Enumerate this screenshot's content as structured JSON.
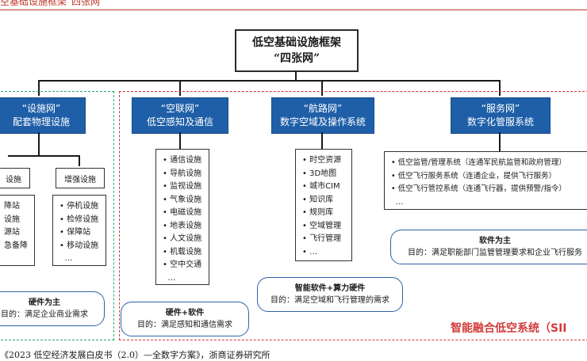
{
  "caption_top": "空基础设施框架“四张网”",
  "root": {
    "line1": "低空基础设施框架",
    "line2": "“四张网”"
  },
  "nets": [
    {
      "title": "“设施网”",
      "subtitle": "配套物理设施",
      "sub_left_label": "设施",
      "sub_left_items": [
        "降站",
        "设施",
        "源站",
        "急备降"
      ],
      "sub_right_label": "增强设施",
      "sub_right_items": [
        "停机设施",
        "检修设施",
        "保障站",
        "移动设施",
        "…"
      ],
      "pill_title": "硬件为主",
      "pill_desc": "目的：满足企业商业需求"
    },
    {
      "title": "“空联网”",
      "subtitle": "低空感知及通信",
      "items": [
        "通信设施",
        "导航设施",
        "监视设施",
        "气象设施",
        "电磁设施",
        "地表设施",
        "人文设施",
        "机载设施",
        "空中交通",
        "…"
      ],
      "pill_title": "硬件+软件",
      "pill_desc": "目的：满足感知和通信需求"
    },
    {
      "title": "“航路网”",
      "subtitle": "数字空域及操作系统",
      "items": [
        "时空资源",
        "3D地图",
        "城市CIM",
        "知识库",
        "规则库",
        "空域管理",
        "飞行管理",
        "…"
      ],
      "pill_title": "智能软件+算力硬件",
      "pill_desc": "目的：满足空域和飞行管理的需求"
    },
    {
      "title": "“服务网”",
      "subtitle": "数字化管服系统",
      "items": [
        "低空监管/管理系统（连通军民航监管和政府管理）",
        "低空飞行服务系统（连通企业，提供飞行服务）",
        "低空飞行管控系统（连通飞行器，提供预警/指令）",
        "…"
      ],
      "pill_title": "软件为主",
      "pill_desc": "目的：满足职能部门监管管理要求和企业飞行服务"
    }
  ],
  "red_region_title": "智能融合低空系统（SII",
  "caption_bottom": "《2023 低空经济发展白皮书（2.0）—全数字方案》，浙商证券研究所"
}
